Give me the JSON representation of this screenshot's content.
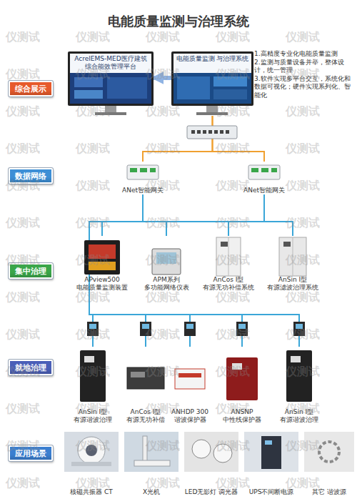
{
  "diagram": {
    "title": "电能质量监测与治理系统",
    "nodes": [
      {
        "text": [
          "综合展示"
        ]
      },
      {
        "text": [
          "AcrelEMS-MED医疗建筑 综合能效管理平台"
        ]
      },
      {
        "text": [
          "电能质量监测 与治理系统"
        ]
      },
      {
        "text": [
          "数据网络"
        ]
      },
      {
        "text": [
          "ANet智能网关"
        ]
      },
      {
        "text": [
          "ANet智能网关"
        ]
      },
      {
        "text": [
          "集中治理"
        ]
      },
      {
        "text": [
          "APview500",
          "电能质量监测装置"
        ]
      },
      {
        "text": [
          "APM系列",
          "多功能网络仪表"
        ]
      },
      {
        "text": [
          "AnCos Ⅰ型",
          "有源无功补偿系统"
        ]
      },
      {
        "text": [
          "AnSin Ⅰ型",
          "有源滤波治理系统"
        ]
      },
      {
        "text": [
          "就地治理"
        ]
      },
      {
        "text": [
          "AnSin Ⅰ型",
          "有源谐波治理"
        ]
      },
      {
        "text": [
          "AnCos Ⅰ型",
          "有源无功补偿"
        ]
      },
      {
        "text": [
          "ANHDP 300",
          "谐波保护器"
        ]
      },
      {
        "text": [
          "ANSNP",
          "中性线保护器"
        ]
      },
      {
        "text": [
          "AnSin Ⅰ型",
          "有源谐波治理"
        ]
      },
      {
        "text": [
          "应用场景"
        ]
      },
      {
        "text": [
          "核磁共振器 CT"
        ]
      },
      {
        "text": [
          "X光机"
        ]
      },
      {
        "text": [
          "LED无影灯 调光器"
        ]
      },
      {
        "text": [
          "UPS不间断电源"
        ]
      },
      {
        "text": [
          "其它 谐波源"
        ]
      }
    ],
    "edges": [
      {
        "from": 2,
        "to": 1,
        "arrow": "to"
      },
      {
        "from": 2,
        "to": 4,
        "arrow": "none"
      },
      {
        "from": 2,
        "to": 5,
        "arrow": "none"
      },
      {
        "from": 4,
        "to": 7,
        "arrow": "none"
      },
      {
        "from": 4,
        "to": 8,
        "arrow": "none"
      },
      {
        "from": 4,
        "to": 9,
        "arrow": "none"
      },
      {
        "from": 4,
        "to": 10,
        "arrow": "none"
      },
      {
        "from": 5,
        "to": 7,
        "arrow": "none"
      },
      {
        "from": 5,
        "to": 8,
        "arrow": "none"
      },
      {
        "from": 5,
        "to": 9,
        "arrow": "none"
      },
      {
        "from": 5,
        "to": 10,
        "arrow": "none"
      },
      {
        "from": 4,
        "to": 12,
        "arrow": "none"
      },
      {
        "from": 4,
        "to": 13,
        "arrow": "none"
      },
      {
        "from": 4,
        "to": 14,
        "arrow": "none"
      },
      {
        "from": 4,
        "to": 15,
        "arrow": "none"
      },
      {
        "from": 4,
        "to": 16,
        "arrow": "none"
      },
      {
        "from": 5,
        "to": 12,
        "arrow": "none"
      },
      {
        "from": 5,
        "to": 13,
        "arrow": "none"
      },
      {
        "from": 5,
        "to": 14,
        "arrow": "none"
      },
      {
        "from": 5,
        "to": 15,
        "arrow": "none"
      },
      {
        "from": 5,
        "to": 16,
        "arrow": "none"
      }
    ],
    "labels": [
      "1.高精度专业化电能质量监测",
      "2.监测与质量设备并举，整体设计，统一管理",
      "3.软件实现多平台交互，系统化和数据可视化；硬件实现系列化、智能化",
      "仪测试",
      "仪测试",
      "仪测试",
      "仪测试",
      "仪测试",
      "仪测试",
      "仪测试",
      "仪测试",
      "仪测试",
      "仪测试",
      "仪测试",
      "仪测试",
      "仪测试",
      "仪测试",
      "仪测试",
      "仪测试",
      "仪测试",
      "仪测试",
      "仪测试",
      "仪测试",
      "仪测试",
      "仪测试",
      "仪测试",
      "仪测试",
      "仪测试",
      "仪测试",
      "仪测试",
      "仪测试",
      "仪测试",
      "仪测试",
      "仪测试",
      "仪测试",
      "仪测试",
      "仪测试",
      "仪测试",
      "仪测试",
      "仪测试",
      "仪测试",
      "仪测试",
      "仪测试",
      "仪测试",
      "仪测试",
      "仪测试",
      "仪测试",
      "仪测试",
      "仪测试",
      "仪测试",
      "仪测试",
      "仪测试",
      "仪测试",
      "仪测试",
      "仪测试",
      "仪测试",
      "仪测试",
      "仪测试",
      "仪测试",
      "仪测试",
      "仪测试",
      "仪测试",
      "仪测试",
      "仪测试",
      "仪测试",
      "仪测试",
      "仪测试",
      "仪测试"
    ]
  }
}
